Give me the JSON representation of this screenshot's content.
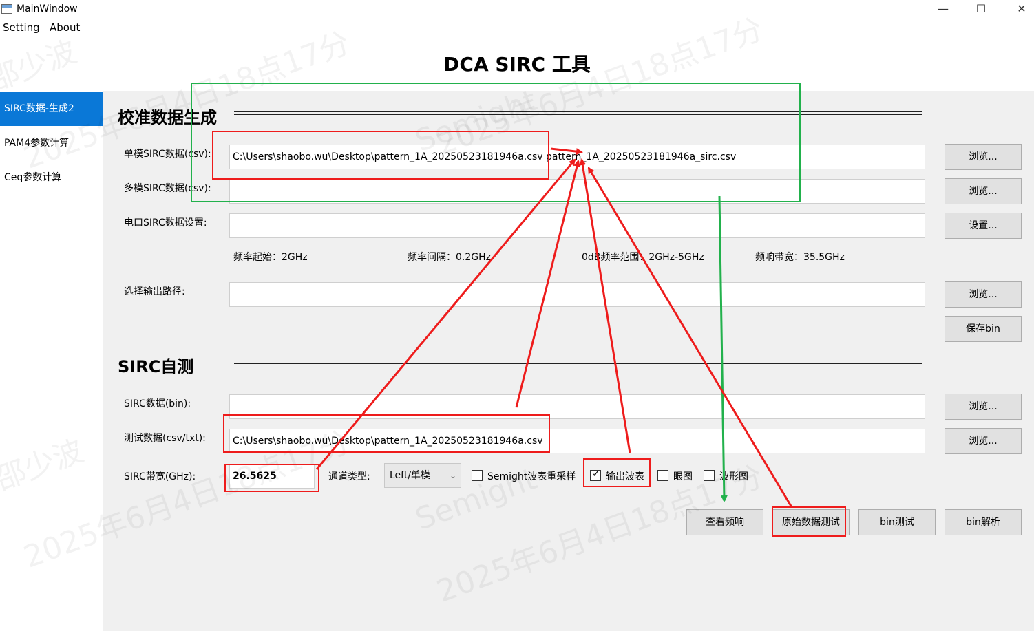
{
  "window": {
    "title": "MainWindow",
    "minimize": "—",
    "maximize": "☐",
    "close": "✕"
  },
  "menu": {
    "items": [
      "Setting",
      "About"
    ]
  },
  "app": {
    "title": "DCA SIRC 工具"
  },
  "sidebar": {
    "items": [
      {
        "label": "SIRC数据-生成2",
        "active": true
      },
      {
        "label": "PAM4参数计算"
      },
      {
        "label": "Ceq参数计算"
      }
    ]
  },
  "calib": {
    "title": "校准数据生成",
    "single_label": "单模SIRC数据(csv):",
    "single_value": "C:\\Users\\shaobo.wu\\Desktop\\pattern_1A_20250523181946a.csv  pattern_1A_20250523181946a_sirc.csv",
    "multi_label": "多模SIRC数据(csv):",
    "multi_value": "",
    "port_label": "电口SIRC数据设置:",
    "port_value": "",
    "freq_start": "频率起始：2GHz",
    "freq_step": "频率间隔：0.2GHz",
    "odb_range": "0dB频率范围：2GHz-5GHz",
    "bandwidth": "频响带宽：35.5GHz",
    "output_label": "选择输出路径:",
    "output_value": "",
    "browse": "浏览...",
    "set": "设置...",
    "save_bin": "保存bin"
  },
  "self_test": {
    "title": "SIRC自测",
    "bin_label": "SIRC数据(bin):",
    "bin_value": "",
    "test_label": "测试数据(csv/txt):",
    "test_value": "C:\\Users\\shaobo.wu\\Desktop\\pattern_1A_20250523181946a.csv",
    "bw_label": "SIRC带宽(GHz):",
    "bw_value": "26.5625",
    "channel_label": "通道类型:",
    "channel_value": "Left/单模",
    "resample_label": "Semight波表重采样",
    "resample_checked": false,
    "output_wave_label": "输出波表",
    "output_wave_checked": true,
    "eye_label": "眼图",
    "eye_checked": false,
    "waveform_label": "波形图",
    "waveform_checked": false,
    "browse": "浏览...",
    "view_freq": "查看频响",
    "raw_test": "原始数据测试",
    "bin_test": "bin测试",
    "bin_parse": "bin解析"
  },
  "watermark": {
    "name": "邵少波",
    "date": "2025年6月4日18点17分",
    "brand": "Semight"
  },
  "colors": {
    "accent": "#0a78d7",
    "annotation_red": "#ee1c1c",
    "annotation_green": "#22b14c"
  }
}
